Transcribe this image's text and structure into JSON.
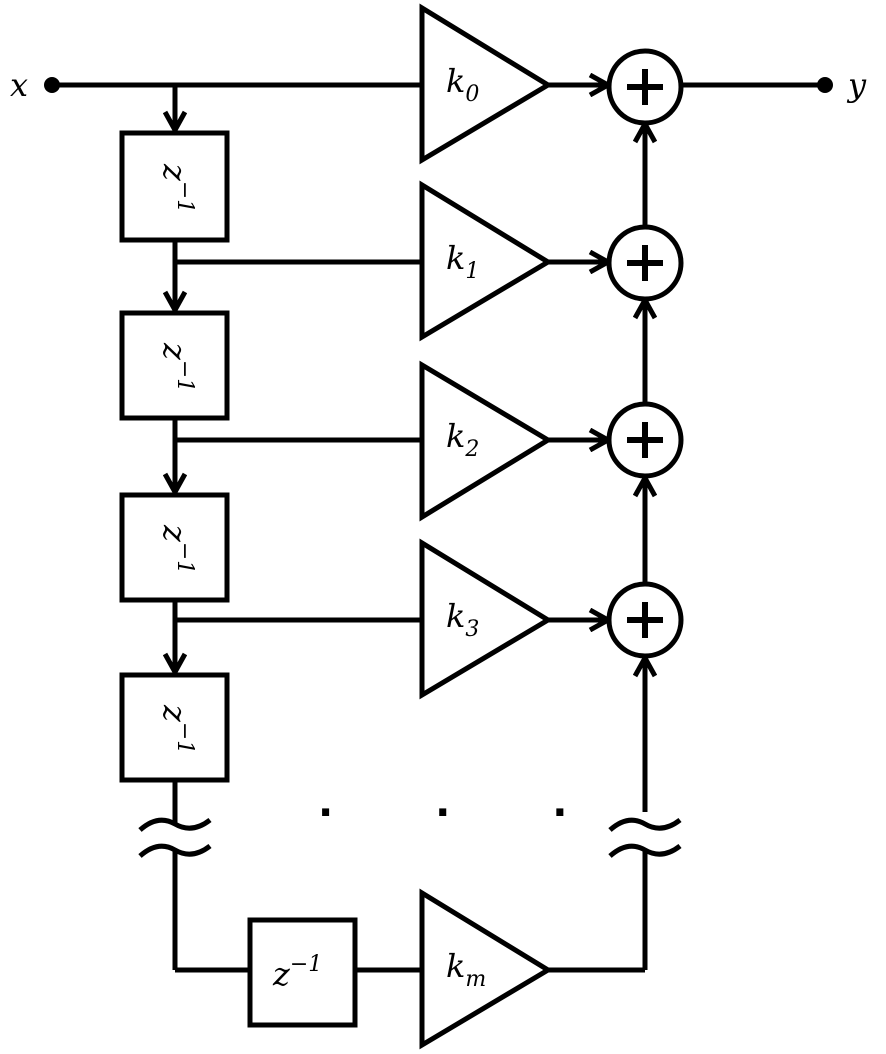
{
  "input_label": "x",
  "output_label": "y",
  "delay": {
    "base": "z",
    "exponent": "−1"
  },
  "gains": [
    {
      "base": "k",
      "sub": "0"
    },
    {
      "base": "k",
      "sub": "1"
    },
    {
      "base": "k",
      "sub": "2"
    },
    {
      "base": "k",
      "sub": "3"
    },
    {
      "base": "k",
      "sub": "m"
    }
  ],
  "adder_symbol": "+",
  "ellipsis": "· · ·"
}
